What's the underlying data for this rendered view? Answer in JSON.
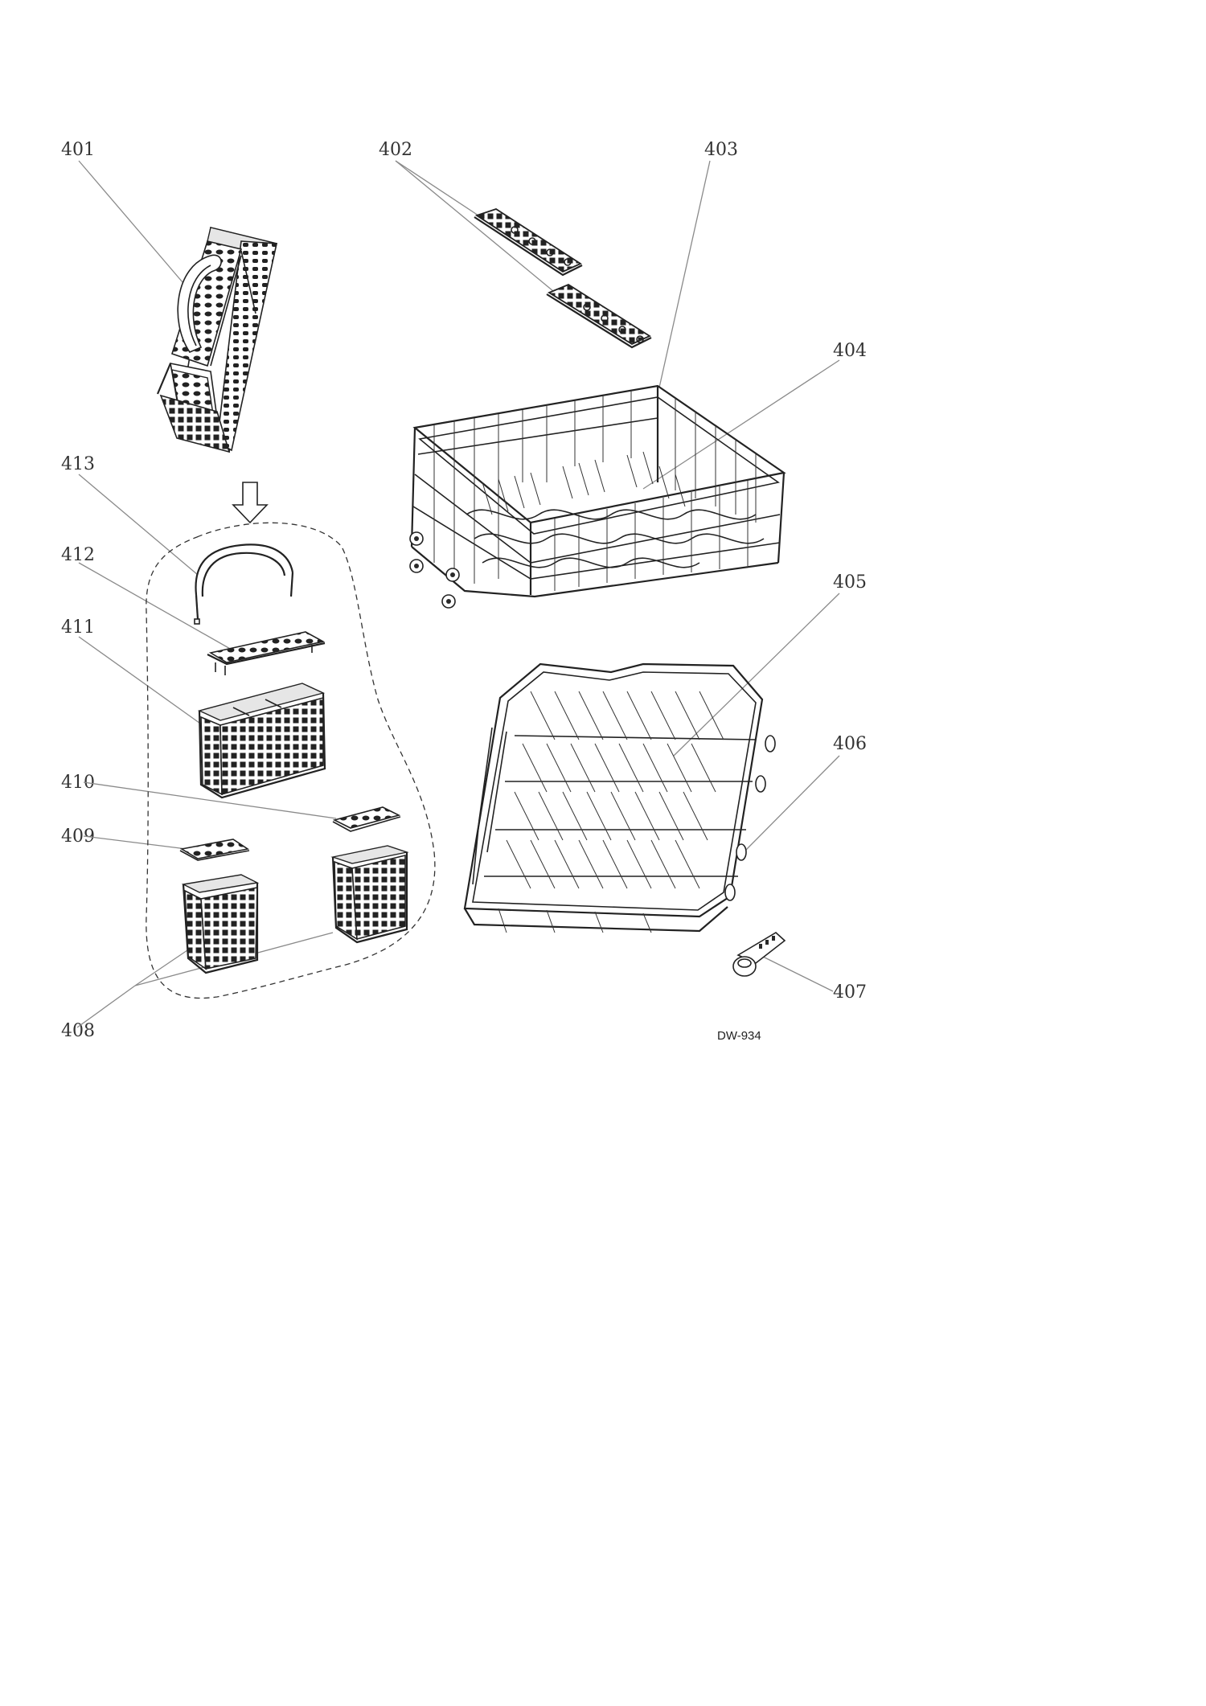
{
  "drawing": {
    "model_code": "DW-934",
    "callouts": [
      {
        "id": "401",
        "label": "401",
        "part": "cutlery-basket-assembled"
      },
      {
        "id": "402",
        "label": "402",
        "part": "fold-down-racks"
      },
      {
        "id": "403",
        "label": "403",
        "part": "upper-rack-clip"
      },
      {
        "id": "404",
        "label": "404",
        "part": "upper-rack"
      },
      {
        "id": "405",
        "label": "405",
        "part": "lower-rack"
      },
      {
        "id": "406",
        "label": "406",
        "part": "lower-rack-wheel"
      },
      {
        "id": "407",
        "label": "407",
        "part": "rack-stopper"
      },
      {
        "id": "408",
        "label": "408",
        "part": "small-basket"
      },
      {
        "id": "409",
        "label": "409",
        "part": "small-basket-lid-left"
      },
      {
        "id": "410",
        "label": "410",
        "part": "small-basket-lid-right"
      },
      {
        "id": "411",
        "label": "411",
        "part": "middle-basket"
      },
      {
        "id": "412",
        "label": "412",
        "part": "middle-basket-lid"
      },
      {
        "id": "413",
        "label": "413",
        "part": "basket-handle"
      }
    ]
  }
}
